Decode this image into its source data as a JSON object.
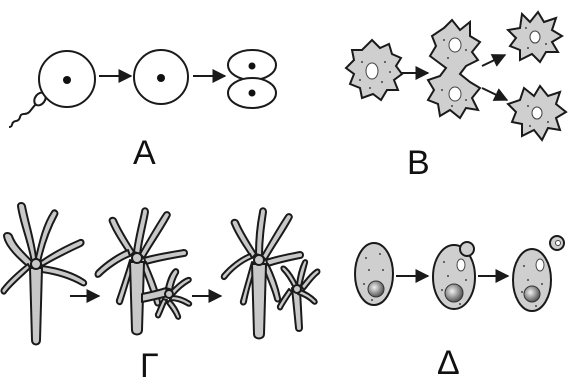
{
  "panels": {
    "a": {
      "label": "A"
    },
    "b": {
      "label": "B"
    },
    "g": {
      "label": "Г"
    },
    "d": {
      "label": "Δ"
    }
  },
  "colors": {
    "line": "#1a1a1a",
    "cell_fill": "#cfcfcf",
    "hydra_fill": "#c8c8c8",
    "nucleus": "#111111"
  }
}
